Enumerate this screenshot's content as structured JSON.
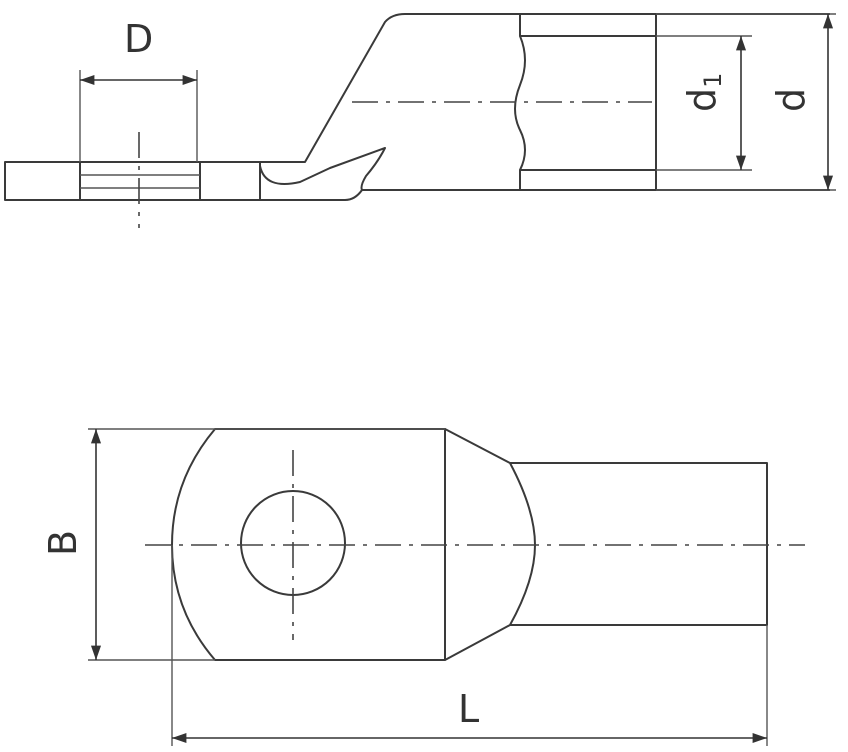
{
  "diagram": {
    "labels": {
      "hole_diameter": "D",
      "inner_diameter_main": "d",
      "inner_diameter_sub": "1",
      "outer_diameter": "d",
      "width": "B",
      "length": "L"
    }
  }
}
